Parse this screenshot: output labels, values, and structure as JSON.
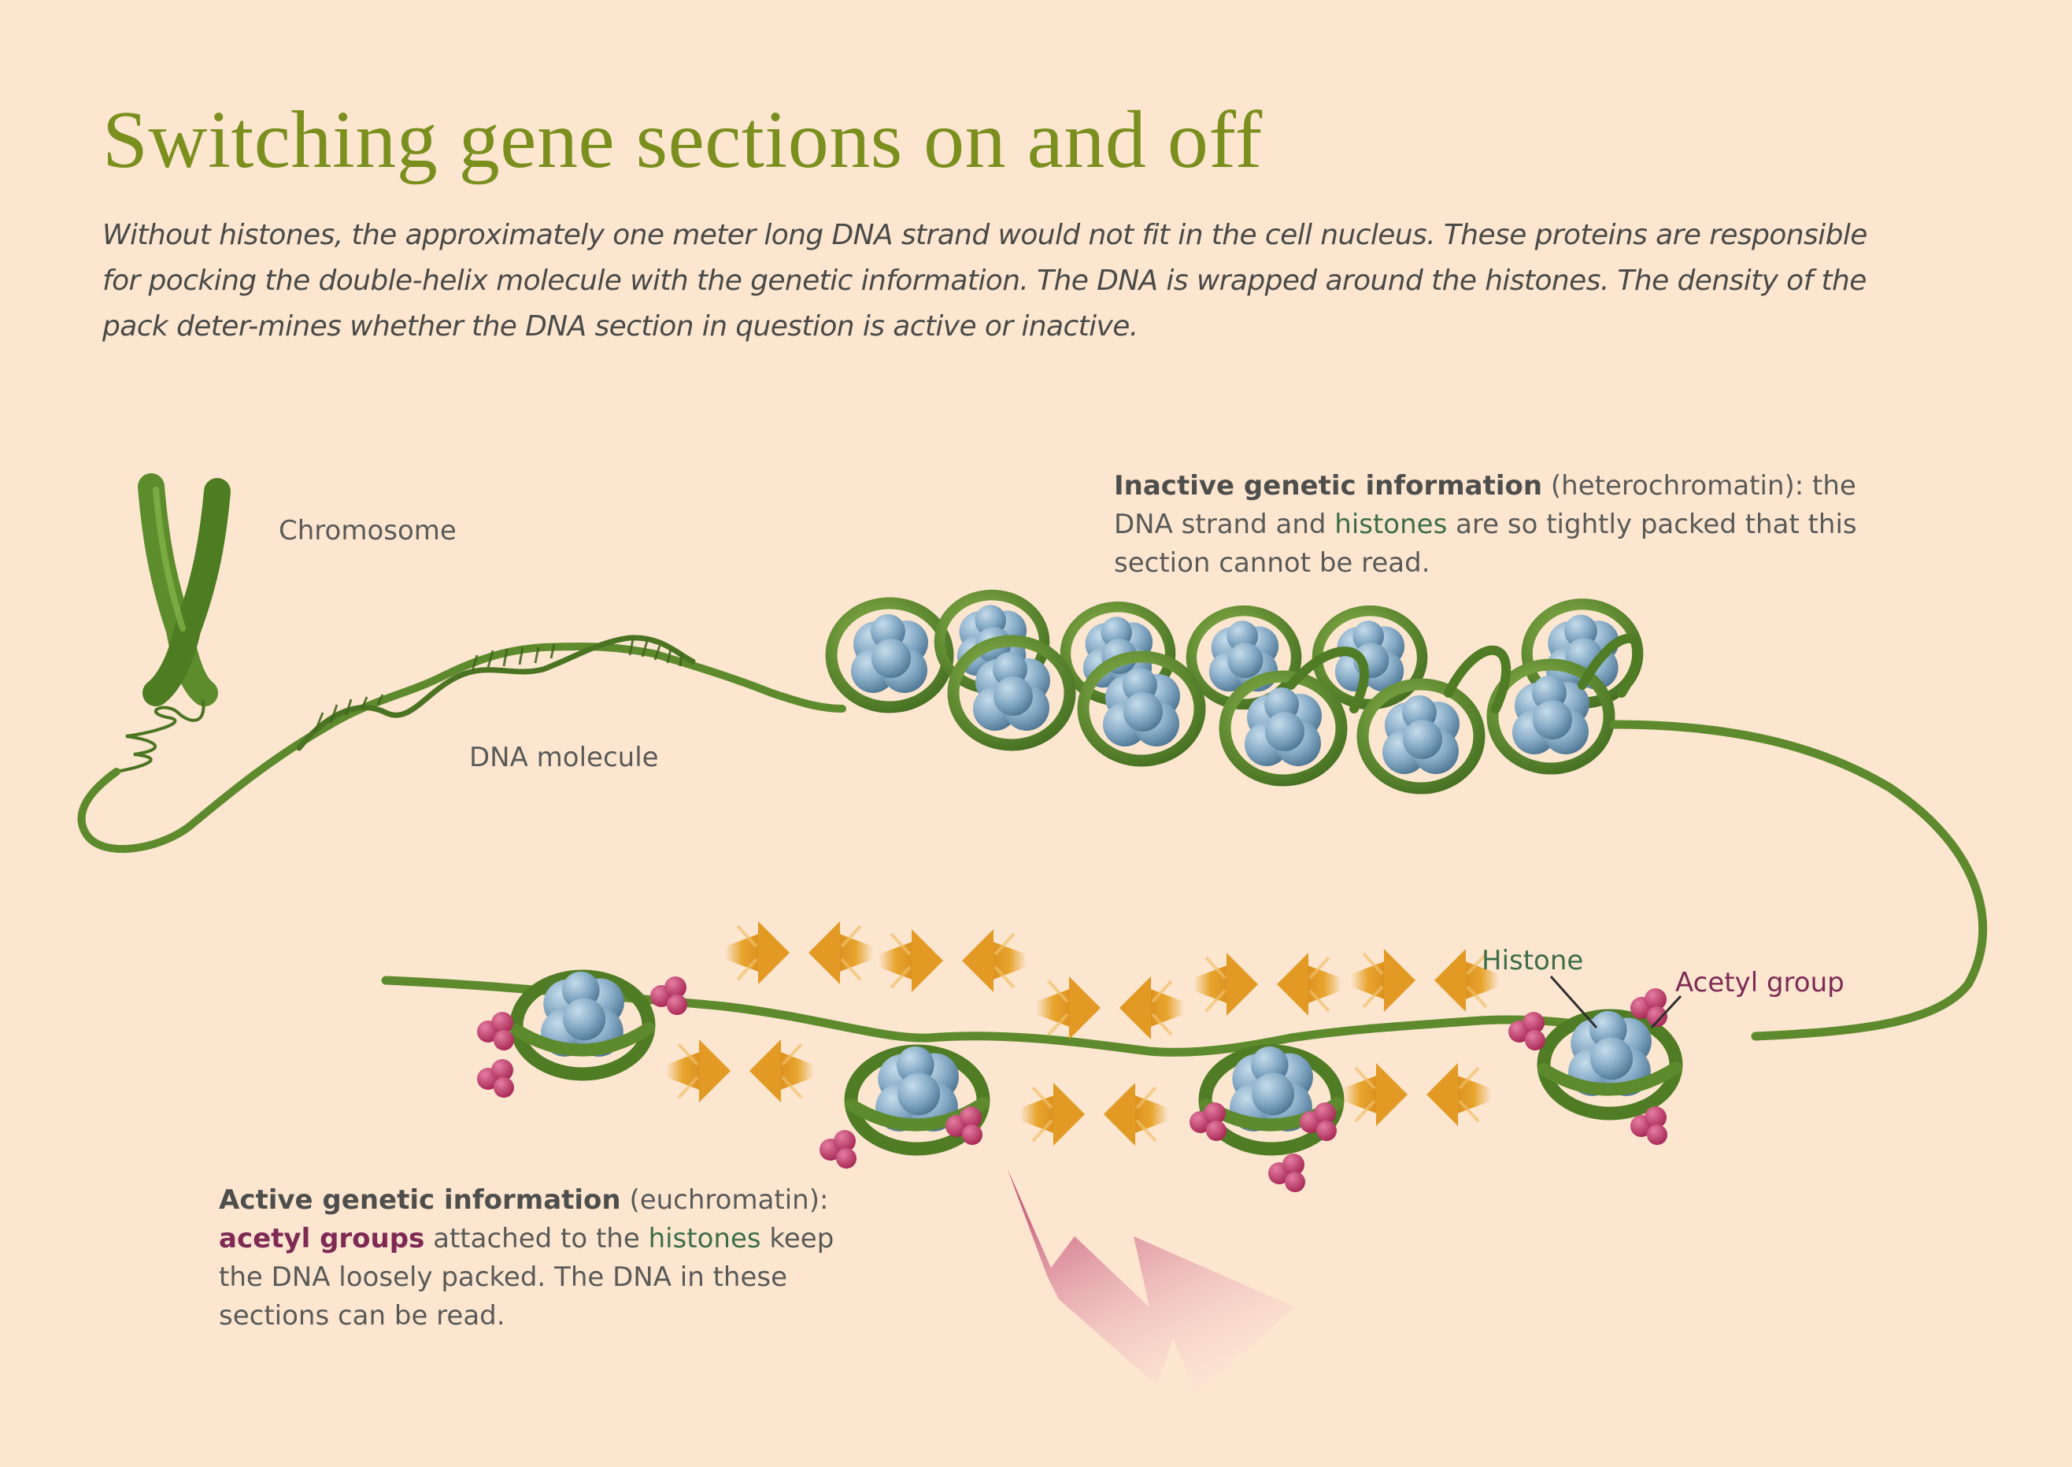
{
  "title": "Switching gene sections on and off",
  "intro": "Without histones, the approximately one meter long DNA strand would not fit in the cell nucleus. These proteins are responsible for pocking the double-helix molecule with the genetic information. The DNA is wrapped around the histones. The density of the pack deter-mines whether the DNA section in question is active or inactive.",
  "labels": {
    "chromosome": "Chromosome",
    "dna_molecule": "DNA molecule",
    "histone": "Histone",
    "acetyl_group": "Acetyl group"
  },
  "inactive": {
    "heading": "Inactive genetic information",
    "term": "(heterochromatin)",
    "text_a": ": the DNA strand and ",
    "histones": "histones",
    "text_b": " are so tightly packed that this section cannot be read."
  },
  "active": {
    "heading": "Active genetic information",
    "term": "(euchromatin)",
    "colon": ":",
    "acetyl": "acetyl groups",
    "text_a": " attached to the ",
    "histones": "histones",
    "text_b": " keep the DNA loosely packed. The DNA in these sections can be read."
  },
  "colors": {
    "background": "#fce6d0",
    "title": "#7a8f1e",
    "dna_strand": "#5e8a2e",
    "histone": "#7ea3c0",
    "acetyl": "#c23a68",
    "arrow": "#e3a232",
    "histone_label": "#3d6e49",
    "acetyl_label": "#7e2a55"
  },
  "icons": [
    "chromosome-icon",
    "dna-helix",
    "nucleosome",
    "acetyl-group",
    "repulsion-arrow",
    "lightning-bolt"
  ]
}
